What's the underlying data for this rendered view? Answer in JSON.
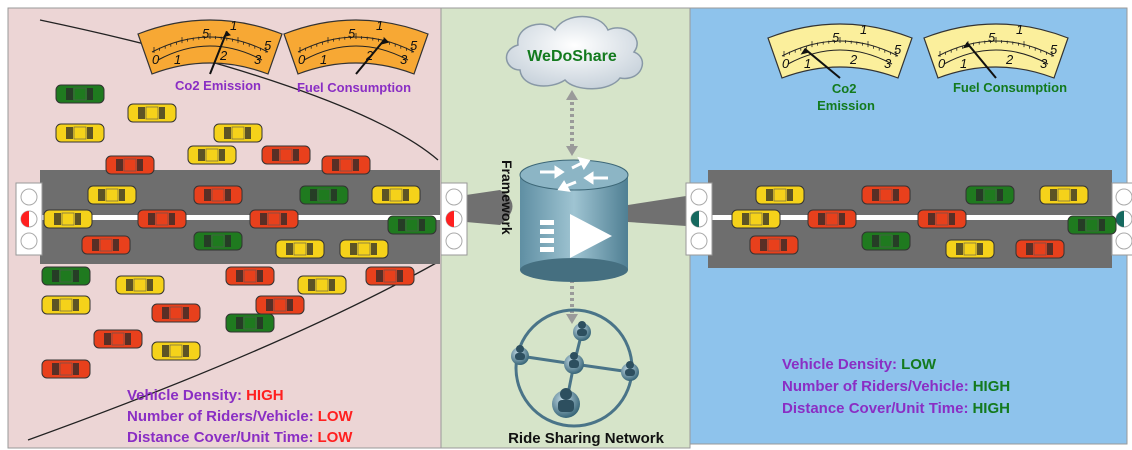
{
  "left_panel": {
    "gauges": [
      {
        "label": "Co2 Emission",
        "needle_fraction": 0.62
      },
      {
        "label": "Fuel Consumption",
        "needle_fraction": 0.72
      }
    ],
    "gauge_scale": [
      "0",
      "1",
      "2",
      "3",
      "5",
      "1",
      "5"
    ],
    "stats": [
      {
        "label": "Vehicle Density:",
        "value": "HIGH"
      },
      {
        "label": "Number of Riders/Vehicle:",
        "value": "LOW"
      },
      {
        "label": "Distance Cover/Unit Time:",
        "value": "LOW"
      }
    ],
    "status_color": "#ff2020",
    "panel_color": "#ecd5d5",
    "gauge_color": "#f7a834"
  },
  "middle_panel": {
    "cloud_label": "WeDoShare",
    "router_label": "Framework",
    "network_label": "Ride Sharing Network",
    "panel_color": "#d6e4c9",
    "cloud_text_color": "#137a1e"
  },
  "right_panel": {
    "gauges": [
      {
        "label": "Co2\nEmission",
        "needle_fraction": 0.22
      },
      {
        "label": "Fuel Consumption",
        "needle_fraction": 0.28
      }
    ],
    "gauge_scale": [
      "0",
      "1",
      "2",
      "3",
      "5",
      "1",
      "5"
    ],
    "stats": [
      {
        "label": "Vehicle Density:",
        "value": "LOW"
      },
      {
        "label": "Number of Riders/Vehicle:",
        "value": "HIGH"
      },
      {
        "label": "Distance Cover/Unit Time:",
        "value": "HIGH"
      }
    ],
    "status_color": "#137a1e",
    "panel_color": "#8ec3ec",
    "gauge_color": "#fbef9c"
  },
  "label_color": "#8a2ec4",
  "car_colors": {
    "red": "#e8401c",
    "yellow": "#f5d21a",
    "green": "#1f7a1f"
  }
}
